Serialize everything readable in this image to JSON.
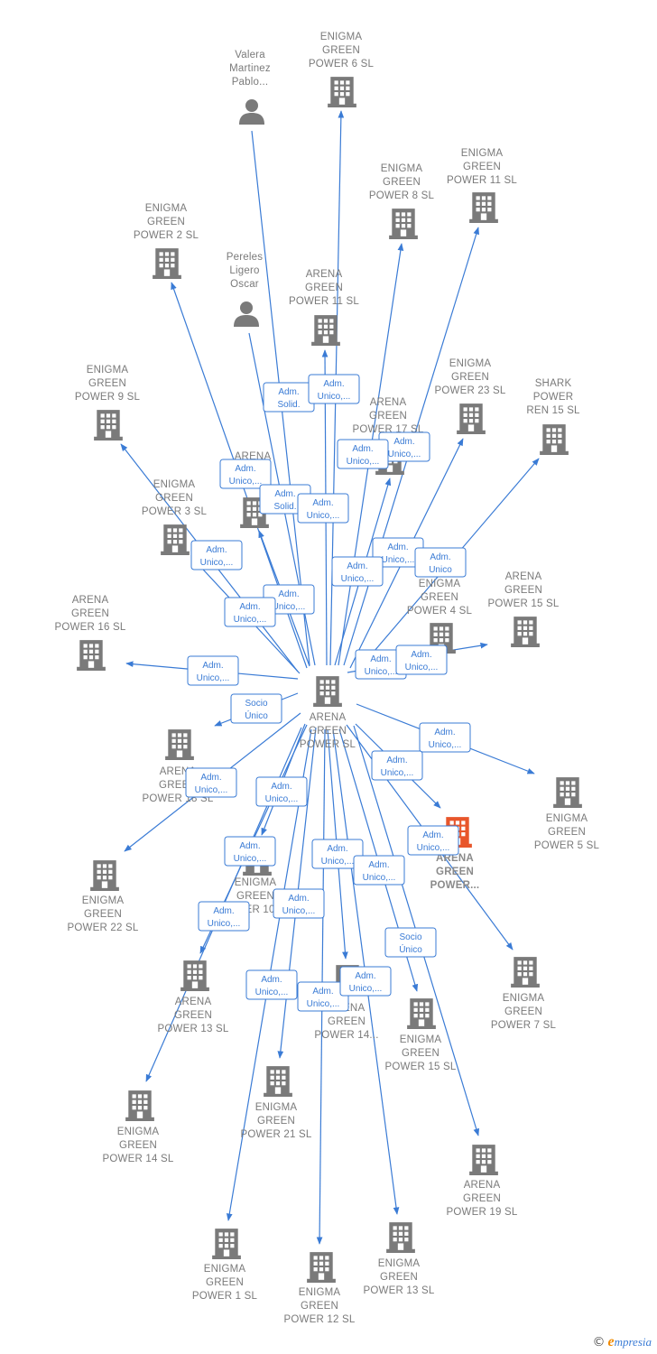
{
  "colors": {
    "edge": "#3a7bd5",
    "node": "#7a7a7a",
    "highlight": "#e8562b",
    "label": "#7a7a7a"
  },
  "copyright": {
    "symbol": "©",
    "brand_initial": "e",
    "brand_rest": "mpresia"
  },
  "nodes": [
    {
      "id": "center",
      "type": "company",
      "lines": [
        "ARENA",
        "GREEN",
        "POWER  SL"
      ]
    },
    {
      "id": "valera",
      "type": "person",
      "lines": [
        "Valera",
        "Martinez",
        "Pablo..."
      ]
    },
    {
      "id": "eg6",
      "type": "company",
      "lines": [
        "ENIGMA",
        "GREEN",
        "POWER 6  SL"
      ]
    },
    {
      "id": "eg11",
      "type": "company",
      "lines": [
        "ENIGMA",
        "GREEN",
        "POWER 11  SL"
      ]
    },
    {
      "id": "eg8",
      "type": "company",
      "lines": [
        "ENIGMA",
        "GREEN",
        "POWER 8  SL"
      ]
    },
    {
      "id": "eg2",
      "type": "company",
      "lines": [
        "ENIGMA",
        "GREEN",
        "POWER 2  SL"
      ]
    },
    {
      "id": "pereles",
      "type": "person",
      "lines": [
        "Pereles",
        "Ligero",
        "Oscar"
      ]
    },
    {
      "id": "ag11",
      "type": "company",
      "lines": [
        "ARENA",
        "GREEN",
        "POWER 11  SL"
      ]
    },
    {
      "id": "eg9",
      "type": "company",
      "lines": [
        "ENIGMA",
        "GREEN",
        "POWER 9  SL"
      ]
    },
    {
      "id": "eg23",
      "type": "company",
      "lines": [
        "ENIGMA",
        "GREEN",
        "POWER 23  SL"
      ]
    },
    {
      "id": "shark",
      "type": "company",
      "lines": [
        "SHARK",
        "POWER",
        "REN 15  SL"
      ]
    },
    {
      "id": "ag17",
      "type": "company",
      "lines": [
        "ARENA",
        "GREEN",
        "POWER 17  SL"
      ]
    },
    {
      "id": "agx",
      "type": "company",
      "lines": [
        "ARENA",
        "P..."
      ]
    },
    {
      "id": "eg3",
      "type": "company",
      "lines": [
        "ENIGMA",
        "GREEN",
        "POWER 3  SL"
      ]
    },
    {
      "id": "eg4",
      "type": "company",
      "lines": [
        "ENIGMA",
        "GREEN",
        "POWER 4  SL"
      ]
    },
    {
      "id": "ag15b",
      "type": "company",
      "lines": [
        "ARENA",
        "GREEN",
        "POWER 15  SL"
      ]
    },
    {
      "id": "ag16",
      "type": "company",
      "lines": [
        "ARENA",
        "GREEN",
        "POWER 16  SL"
      ]
    },
    {
      "id": "ag18",
      "type": "company",
      "lines": [
        "ARENA",
        "GREEN",
        "POWER 18  SL"
      ]
    },
    {
      "id": "eg5",
      "type": "company",
      "lines": [
        "ENIGMA",
        "GREEN",
        "POWER 5  SL"
      ]
    },
    {
      "id": "agdots",
      "type": "company",
      "highlight": true,
      "lines": [
        "ARENA",
        "GREEN",
        "POWER..."
      ]
    },
    {
      "id": "eg22",
      "type": "company",
      "lines": [
        "ENIGMA",
        "GREEN",
        "POWER 22  SL"
      ]
    },
    {
      "id": "eg10",
      "type": "company",
      "lines": [
        "ENIGMA",
        "GREEN",
        "POWER 10  SL"
      ]
    },
    {
      "id": "eg7",
      "type": "company",
      "lines": [
        "ENIGMA",
        "GREEN",
        "POWER 7  SL"
      ]
    },
    {
      "id": "ag13",
      "type": "company",
      "lines": [
        "ARENA",
        "GREEN",
        "POWER 13  SL"
      ]
    },
    {
      "id": "ag14",
      "type": "company",
      "lines": [
        "ARENA",
        "GREEN",
        "POWER 14..."
      ]
    },
    {
      "id": "eg15",
      "type": "company",
      "lines": [
        "ENIGMA",
        "GREEN",
        "POWER 15  SL"
      ]
    },
    {
      "id": "eg14",
      "type": "company",
      "lines": [
        "ENIGMA",
        "GREEN",
        "POWER 14  SL"
      ]
    },
    {
      "id": "eg21",
      "type": "company",
      "lines": [
        "ENIGMA",
        "GREEN",
        "POWER 21  SL"
      ]
    },
    {
      "id": "ag19",
      "type": "company",
      "lines": [
        "ARENA",
        "GREEN",
        "POWER 19  SL"
      ]
    },
    {
      "id": "eg1",
      "type": "company",
      "lines": [
        "ENIGMA",
        "GREEN",
        "POWER 1  SL"
      ]
    },
    {
      "id": "eg12",
      "type": "company",
      "lines": [
        "ENIGMA",
        "GREEN",
        "POWER 12  SL"
      ]
    },
    {
      "id": "eg13",
      "type": "company",
      "lines": [
        "ENIGMA",
        "GREEN",
        "POWER 13  SL"
      ]
    }
  ],
  "relations": [
    {
      "to": "valera",
      "lines": [
        "Adm.",
        "Solid."
      ]
    },
    {
      "to": "eg6",
      "lines": [
        "Adm.",
        "Unico,..."
      ]
    },
    {
      "to": "eg11",
      "lines": [
        "Adm.",
        "Unico,..."
      ]
    },
    {
      "to": "eg8",
      "lines": [
        "Adm.",
        "Unico,..."
      ]
    },
    {
      "to": "eg2",
      "lines": [
        "Adm.",
        "Unico,..."
      ]
    },
    {
      "to": "pereles",
      "lines": [
        "Adm.",
        "Solid."
      ]
    },
    {
      "to": "ag11",
      "lines": [
        "Adm.",
        "Unico,..."
      ]
    },
    {
      "to": "eg9",
      "lines": [
        "Adm.",
        "Unico,..."
      ]
    },
    {
      "to": "eg23",
      "lines": [
        "Adm.",
        "Unico,..."
      ]
    },
    {
      "to": "shark",
      "lines": [
        "Adm.",
        "Unico"
      ]
    },
    {
      "to": "ag17",
      "lines": [
        "Adm.",
        "Unico,..."
      ]
    },
    {
      "to": "agx",
      "lines": [
        "Adm.",
        "Unico,..."
      ]
    },
    {
      "to": "eg3",
      "lines": [
        "Adm.",
        "Unico,..."
      ]
    },
    {
      "to": "eg4",
      "lines": [
        "Adm.",
        "Unico,..."
      ]
    },
    {
      "to": "ag15b",
      "lines": [
        "Adm.",
        "Unico,..."
      ]
    },
    {
      "to": "ag16",
      "lines": [
        "Adm.",
        "Unico,..."
      ]
    },
    {
      "to": "ag18",
      "lines": [
        "Socio",
        "Único"
      ]
    },
    {
      "to": "eg5",
      "lines": [
        "Adm.",
        "Unico,..."
      ]
    },
    {
      "to": "agdots",
      "lines": [
        "Adm.",
        "Unico,..."
      ]
    },
    {
      "to": "eg22",
      "lines": [
        "Adm.",
        "Unico,..."
      ]
    },
    {
      "to": "eg10",
      "lines": [
        "Adm.",
        "Unico,..."
      ]
    },
    {
      "to": "eg7",
      "lines": [
        "Adm.",
        "Unico,..."
      ]
    },
    {
      "to": "ag13",
      "lines": [
        "Adm.",
        "Unico,..."
      ]
    },
    {
      "to": "ag14",
      "lines": [
        "Adm.",
        "Unico,..."
      ]
    },
    {
      "to": "eg15",
      "lines": [
        "Adm.",
        "Unico,..."
      ]
    },
    {
      "to": "eg14",
      "lines": [
        "Adm.",
        "Unico,..."
      ]
    },
    {
      "to": "eg21",
      "lines": [
        "Adm.",
        "Unico,..."
      ]
    },
    {
      "to": "ag19",
      "lines": [
        "Socio",
        "Único"
      ]
    },
    {
      "to": "eg1",
      "lines": [
        "Adm.",
        "Unico,..."
      ]
    },
    {
      "to": "eg12",
      "lines": [
        "Adm.",
        "Unico,..."
      ]
    },
    {
      "to": "eg13",
      "lines": [
        "Adm.",
        "Unico,..."
      ]
    }
  ]
}
